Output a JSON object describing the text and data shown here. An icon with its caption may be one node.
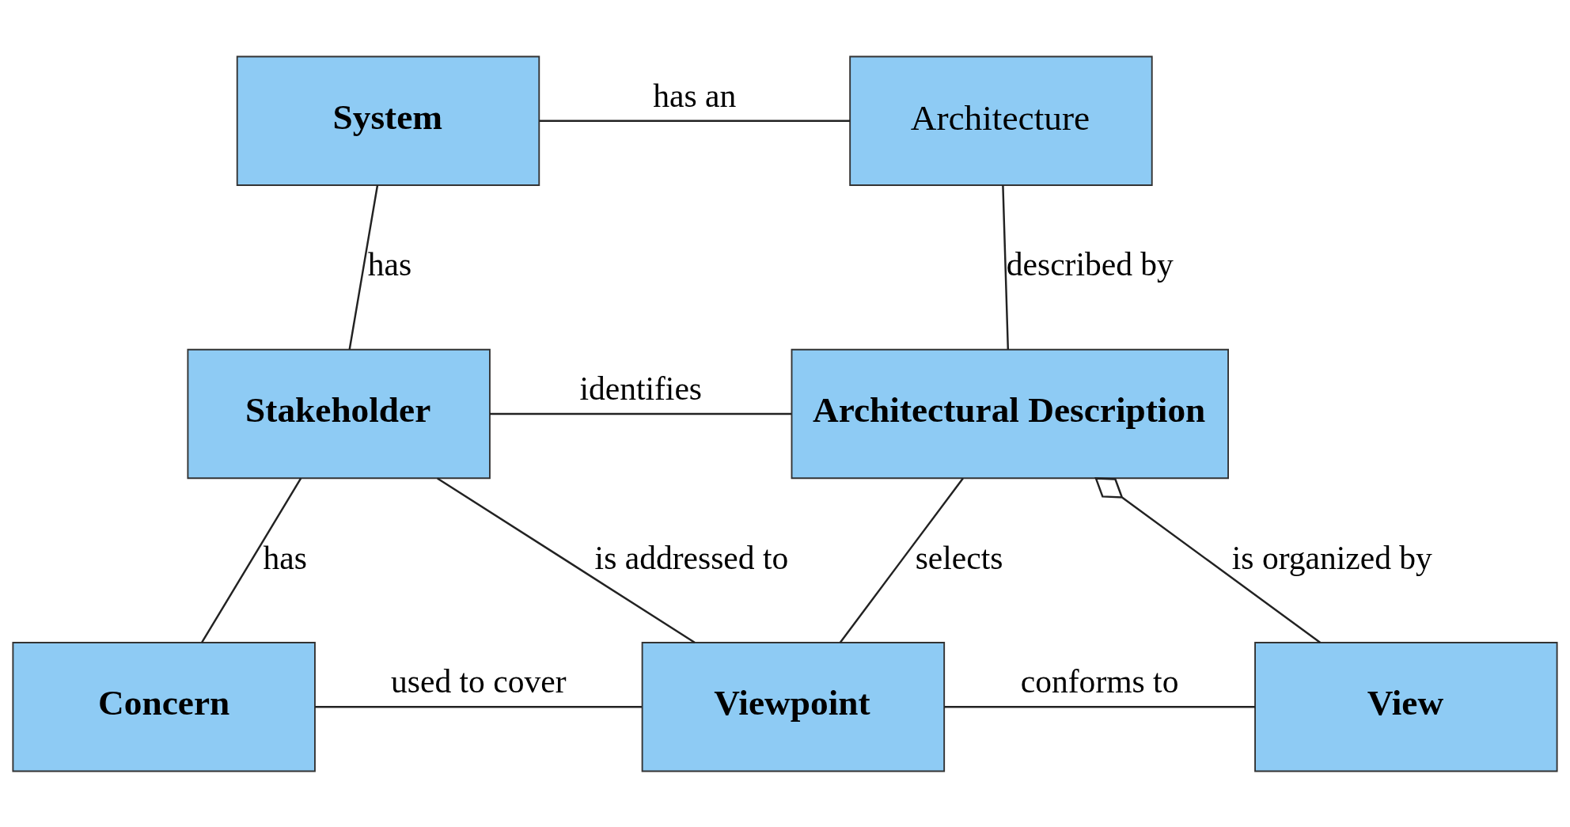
{
  "diagram": {
    "nodes": [
      {
        "text": [
          "System"
        ]
      },
      {
        "text": [
          "Architecture"
        ]
      },
      {
        "text": [
          "Stakeholder"
        ]
      },
      {
        "text": [
          "Architectural Description"
        ]
      },
      {
        "text": [
          "Concern"
        ]
      },
      {
        "text": [
          "Viewpoint"
        ]
      },
      {
        "text": [
          "View"
        ]
      }
    ],
    "edges": [
      {
        "from": 0,
        "to": 1,
        "arrow": "none",
        "label": "has an"
      },
      {
        "from": 0,
        "to": 2,
        "arrow": "none",
        "label": "has"
      },
      {
        "from": 1,
        "to": 3,
        "arrow": "none",
        "label": "described by"
      },
      {
        "from": 2,
        "to": 3,
        "arrow": "none",
        "label": "identifies"
      },
      {
        "from": 2,
        "to": 4,
        "arrow": "none",
        "label": "has"
      },
      {
        "from": 2,
        "to": 5,
        "arrow": "none",
        "label": "is addressed to"
      },
      {
        "from": 3,
        "to": 5,
        "arrow": "none",
        "label": "selects"
      },
      {
        "from": 3,
        "to": 6,
        "arrow": "other",
        "label": "is organized by"
      },
      {
        "from": 4,
        "to": 5,
        "arrow": "none",
        "label": "used to cover"
      },
      {
        "from": 5,
        "to": 6,
        "arrow": "none",
        "label": "conforms to"
      }
    ]
  }
}
